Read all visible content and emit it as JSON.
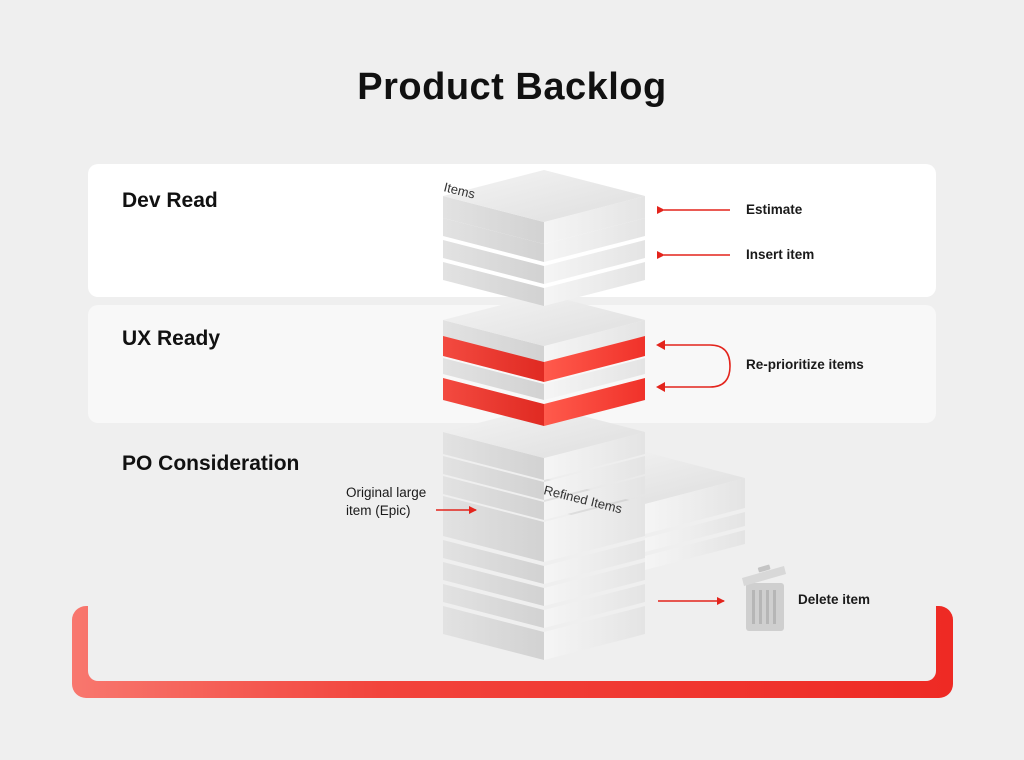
{
  "title": "Product Backlog",
  "sections": {
    "dev_ready": "Dev Read",
    "ux_ready": "UX Ready",
    "po_consideration": "PO Consideration"
  },
  "stack_labels": {
    "items": "Items",
    "refined_items": "Refined Items"
  },
  "annotations": {
    "estimate": "Estimate",
    "insert_item": "Insert item",
    "reprioritize": "Re-prioritize items",
    "original_epic": "Original large item (Epic)",
    "delete_item": "Delete item"
  },
  "icons": {
    "arrows": "arrow-left-icon",
    "curved_arrow": "curved-double-arrow-icon",
    "trash": "trash-can-icon"
  },
  "colors": {
    "accent_red": "#ee2a24",
    "light_red": "#f8776e",
    "slab_grey": "#e6e6e6",
    "background": "#efefef"
  }
}
